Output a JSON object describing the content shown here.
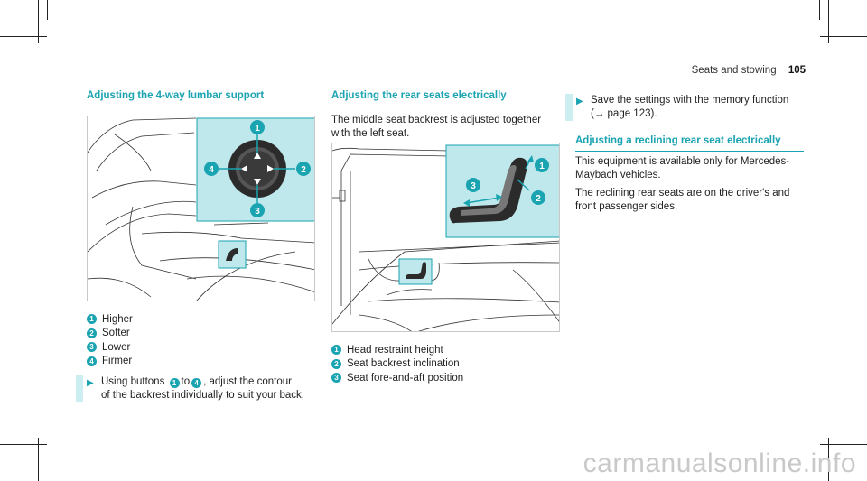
{
  "header": {
    "chapter": "Seats and stowing",
    "page_number": "105"
  },
  "col1": {
    "title": "Adjusting the 4-way lumbar support",
    "figure": {
      "callouts": [
        "1",
        "2",
        "3",
        "4"
      ]
    },
    "legend": [
      {
        "num": "1",
        "text": "Higher"
      },
      {
        "num": "2",
        "text": "Softer"
      },
      {
        "num": "3",
        "text": "Lower"
      },
      {
        "num": "4",
        "text": "Firmer"
      }
    ],
    "instruction": {
      "arrow": "▶",
      "part1": "Using buttons",
      "num_a": "1",
      "part2": "to",
      "num_b": "4",
      "part3": ", adjust the contour",
      "line2": "of the backrest individually to suit your back."
    }
  },
  "col2": {
    "title": "Adjusting the rear seats electrically",
    "intro": "The middle seat backrest is adjusted together with the left seat.",
    "figure": {
      "callouts": [
        "1",
        "2",
        "3"
      ]
    },
    "legend": [
      {
        "num": "1",
        "text": "Head restraint height"
      },
      {
        "num": "2",
        "text": "Seat backrest inclination"
      },
      {
        "num": "3",
        "text": "Seat fore-and-aft position"
      }
    ]
  },
  "col3": {
    "instruction": {
      "arrow": "▶",
      "line1": "Save the settings with the memory function",
      "line2": "(→ page 123)."
    },
    "title": "Adjusting a reclining rear seat electrically",
    "para1": "This equipment is available only for Mercedes-Maybach vehicles.",
    "para2": "The reclining rear seats are on the driver's and front passenger sides."
  },
  "watermark": "carmanualsonline.info",
  "colors": {
    "accent": "#1aa3b0",
    "inset_fill": "#bfe8ec",
    "instruction_bar": "#cdeef1"
  }
}
